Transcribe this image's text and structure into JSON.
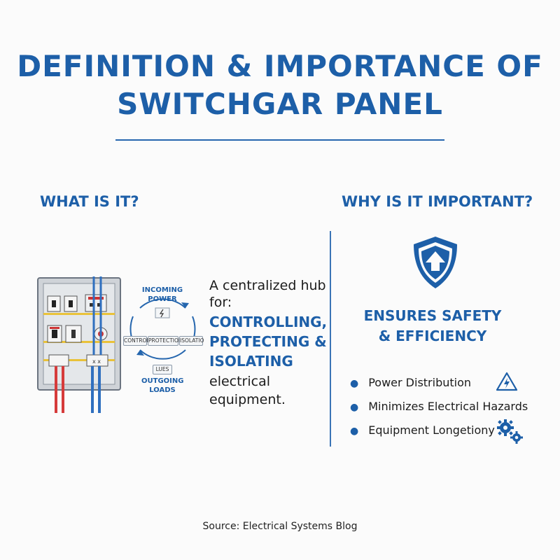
{
  "title": {
    "line1": "DEFINITION & IMPORTANCE OF",
    "line2": "SWITCHGAR PANEL"
  },
  "left": {
    "heading": "WHAT IS IT?",
    "cycle": {
      "top_label_1": "INCOMING",
      "top_label_2": "POWER",
      "bottom_label_1": "OUTGOING",
      "bottom_label_2": "LOADS",
      "box_left": "CONTROL",
      "box_mid": "PROTECTION",
      "box_right": "ISOLATIO",
      "box_bottom": "LUES"
    },
    "description": {
      "line1": "A centralized hub",
      "line2": "for:",
      "strong1": "CONTROLLING,",
      "strong2": "PROTECTING &",
      "strong3": "ISOLATING",
      "line3": "electrical",
      "line4": "equipment."
    }
  },
  "right": {
    "heading": "WHY IS IT IMPORTANT?",
    "safety_line1": "ENSURES SAFETY",
    "safety_line2": "& EFFICIENCY",
    "bullets": [
      "Power Distribution",
      "Minimizes Electrical Hazards",
      "Equipment Longetiony"
    ]
  },
  "colors": {
    "accent": "#1d5fa8",
    "wire_red": "#d63b3b",
    "wire_blue": "#2f6fbf",
    "busbar": "#e9c23a"
  },
  "icons": {
    "shield": "shield-up-arrow-icon",
    "lightning": "lightning-warning-icon",
    "gears": "gears-icon",
    "bolt_small": "bolt-icon"
  },
  "source": "Source: Electrical Systems Blog"
}
